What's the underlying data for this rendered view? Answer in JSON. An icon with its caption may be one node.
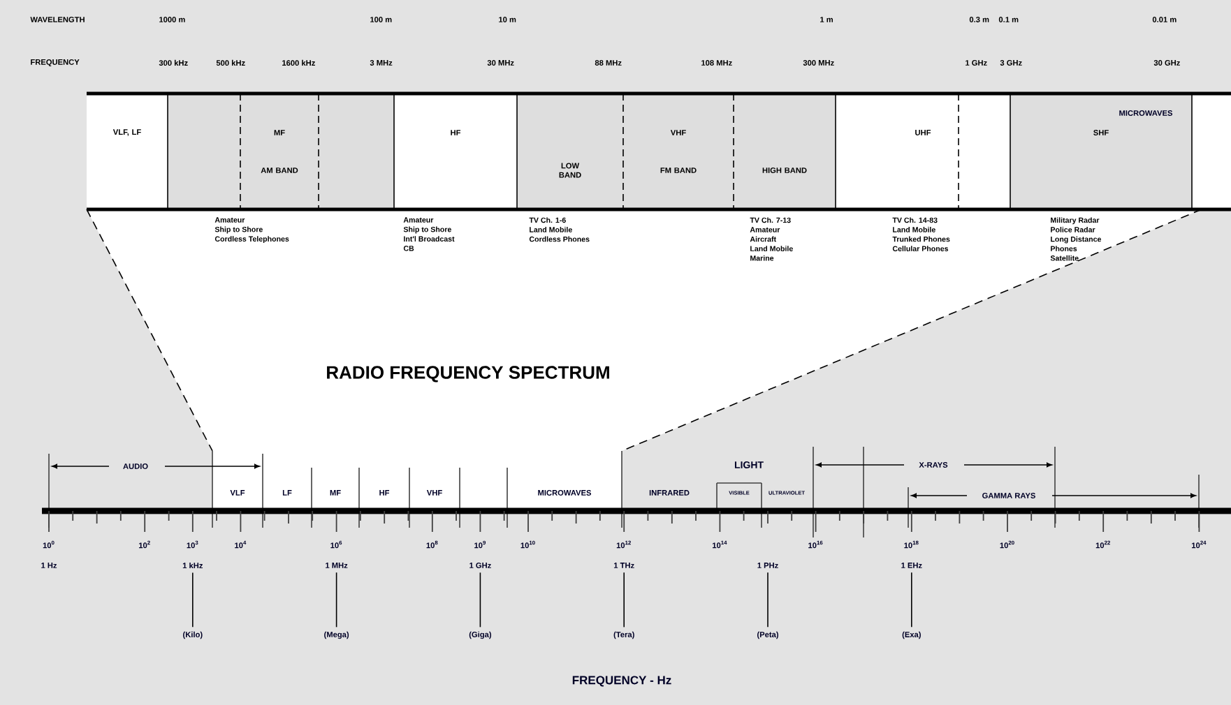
{
  "diagram": {
    "title": "RADIO FREQUENCY SPECTRUM",
    "nodes": [
      {
        "text": [
          "VLF, LF"
        ]
      },
      {
        "text": [
          "MF",
          "AM BAND"
        ],
        "beside": [
          "Amateur",
          "Ship to Shore",
          "Cordless Telephones"
        ]
      },
      {
        "text": [
          "HF"
        ],
        "beside": [
          "Amateur",
          "Ship to Shore",
          "Int'l Broadcast",
          "CB"
        ]
      },
      {
        "text": [
          "LOW BAND"
        ],
        "beside": [
          "TV Ch. 1-6",
          "Land Mobile",
          "Cordless Phones"
        ]
      },
      {
        "text": [
          "VHF",
          "FM BAND"
        ]
      },
      {
        "text": [
          "HIGH BAND"
        ],
        "beside": [
          "TV Ch. 7-13",
          "Amateur",
          "Aircraft",
          "Land Mobile",
          "Marine"
        ]
      },
      {
        "text": [
          "UHF"
        ],
        "beside": [
          "TV Ch. 14-83",
          "Land Mobile",
          "Trunked Phones",
          "Cellular Phones"
        ]
      },
      {
        "text": [
          "SHF"
        ],
        "beside": [
          "Military Radar",
          "Police Radar",
          "Long Distance",
          "Phones",
          "Satellite"
        ]
      },
      {
        "text": [
          "1 kHz"
        ]
      },
      {
        "text": [
          "(Kilo)"
        ]
      },
      {
        "text": [
          "1 MHz"
        ]
      },
      {
        "text": [
          "(Mega)"
        ]
      },
      {
        "text": [
          "1 GHz"
        ]
      },
      {
        "text": [
          "(Giga)"
        ]
      },
      {
        "text": [
          "1 THz"
        ]
      },
      {
        "text": [
          "(Tera)"
        ]
      },
      {
        "text": [
          "1 PHz"
        ]
      },
      {
        "text": [
          "(Peta)"
        ]
      },
      {
        "text": [
          "1 EHz"
        ]
      },
      {
        "text": [
          "(Exa)"
        ]
      }
    ],
    "edges": [
      {
        "from": 8,
        "to": 9,
        "arrow": "none"
      },
      {
        "from": 10,
        "to": 11,
        "arrow": "none"
      },
      {
        "from": 12,
        "to": 13,
        "arrow": "none"
      },
      {
        "from": 14,
        "to": 15,
        "arrow": "none"
      },
      {
        "from": 16,
        "to": 17,
        "arrow": "none"
      },
      {
        "from": 18,
        "to": 19,
        "arrow": "none"
      }
    ],
    "labels": [
      "WAVELENGTH",
      "1000 m",
      "100 m",
      "10 m",
      "1 m",
      "0.3 m",
      "0.1 m",
      "0.01 m",
      "FREQUENCY",
      "300 kHz",
      "500 kHz",
      "1600 kHz",
      "3 MHz",
      "30 MHz",
      "88 MHz",
      "108 MHz",
      "300 MHz",
      "1 GHz",
      "3 GHz",
      "30 GHz",
      "MICROWAVES",
      "AUDIO",
      "LIGHT",
      "X-RAYS",
      "VLF",
      "LF",
      "MF",
      "HF",
      "VHF",
      "MICROWAVES",
      "INFRARED",
      "VISIBLE",
      "ULTRAVIOLET",
      "GAMMA RAYS",
      "10$^{0}$",
      "10$^{2}$",
      "10$^{3}$",
      "10$^{4}$",
      "10$^{6}$",
      "10$^{8}$",
      "10$^{9}$",
      "10$^{10}$",
      "10$^{12}$",
      "10$^{14}$",
      "10$^{16}$",
      "10$^{18}$",
      "10$^{20}$",
      "10$^{22}$",
      "10$^{24}$",
      "1 Hz",
      "FREQUENCY - Hz"
    ]
  }
}
